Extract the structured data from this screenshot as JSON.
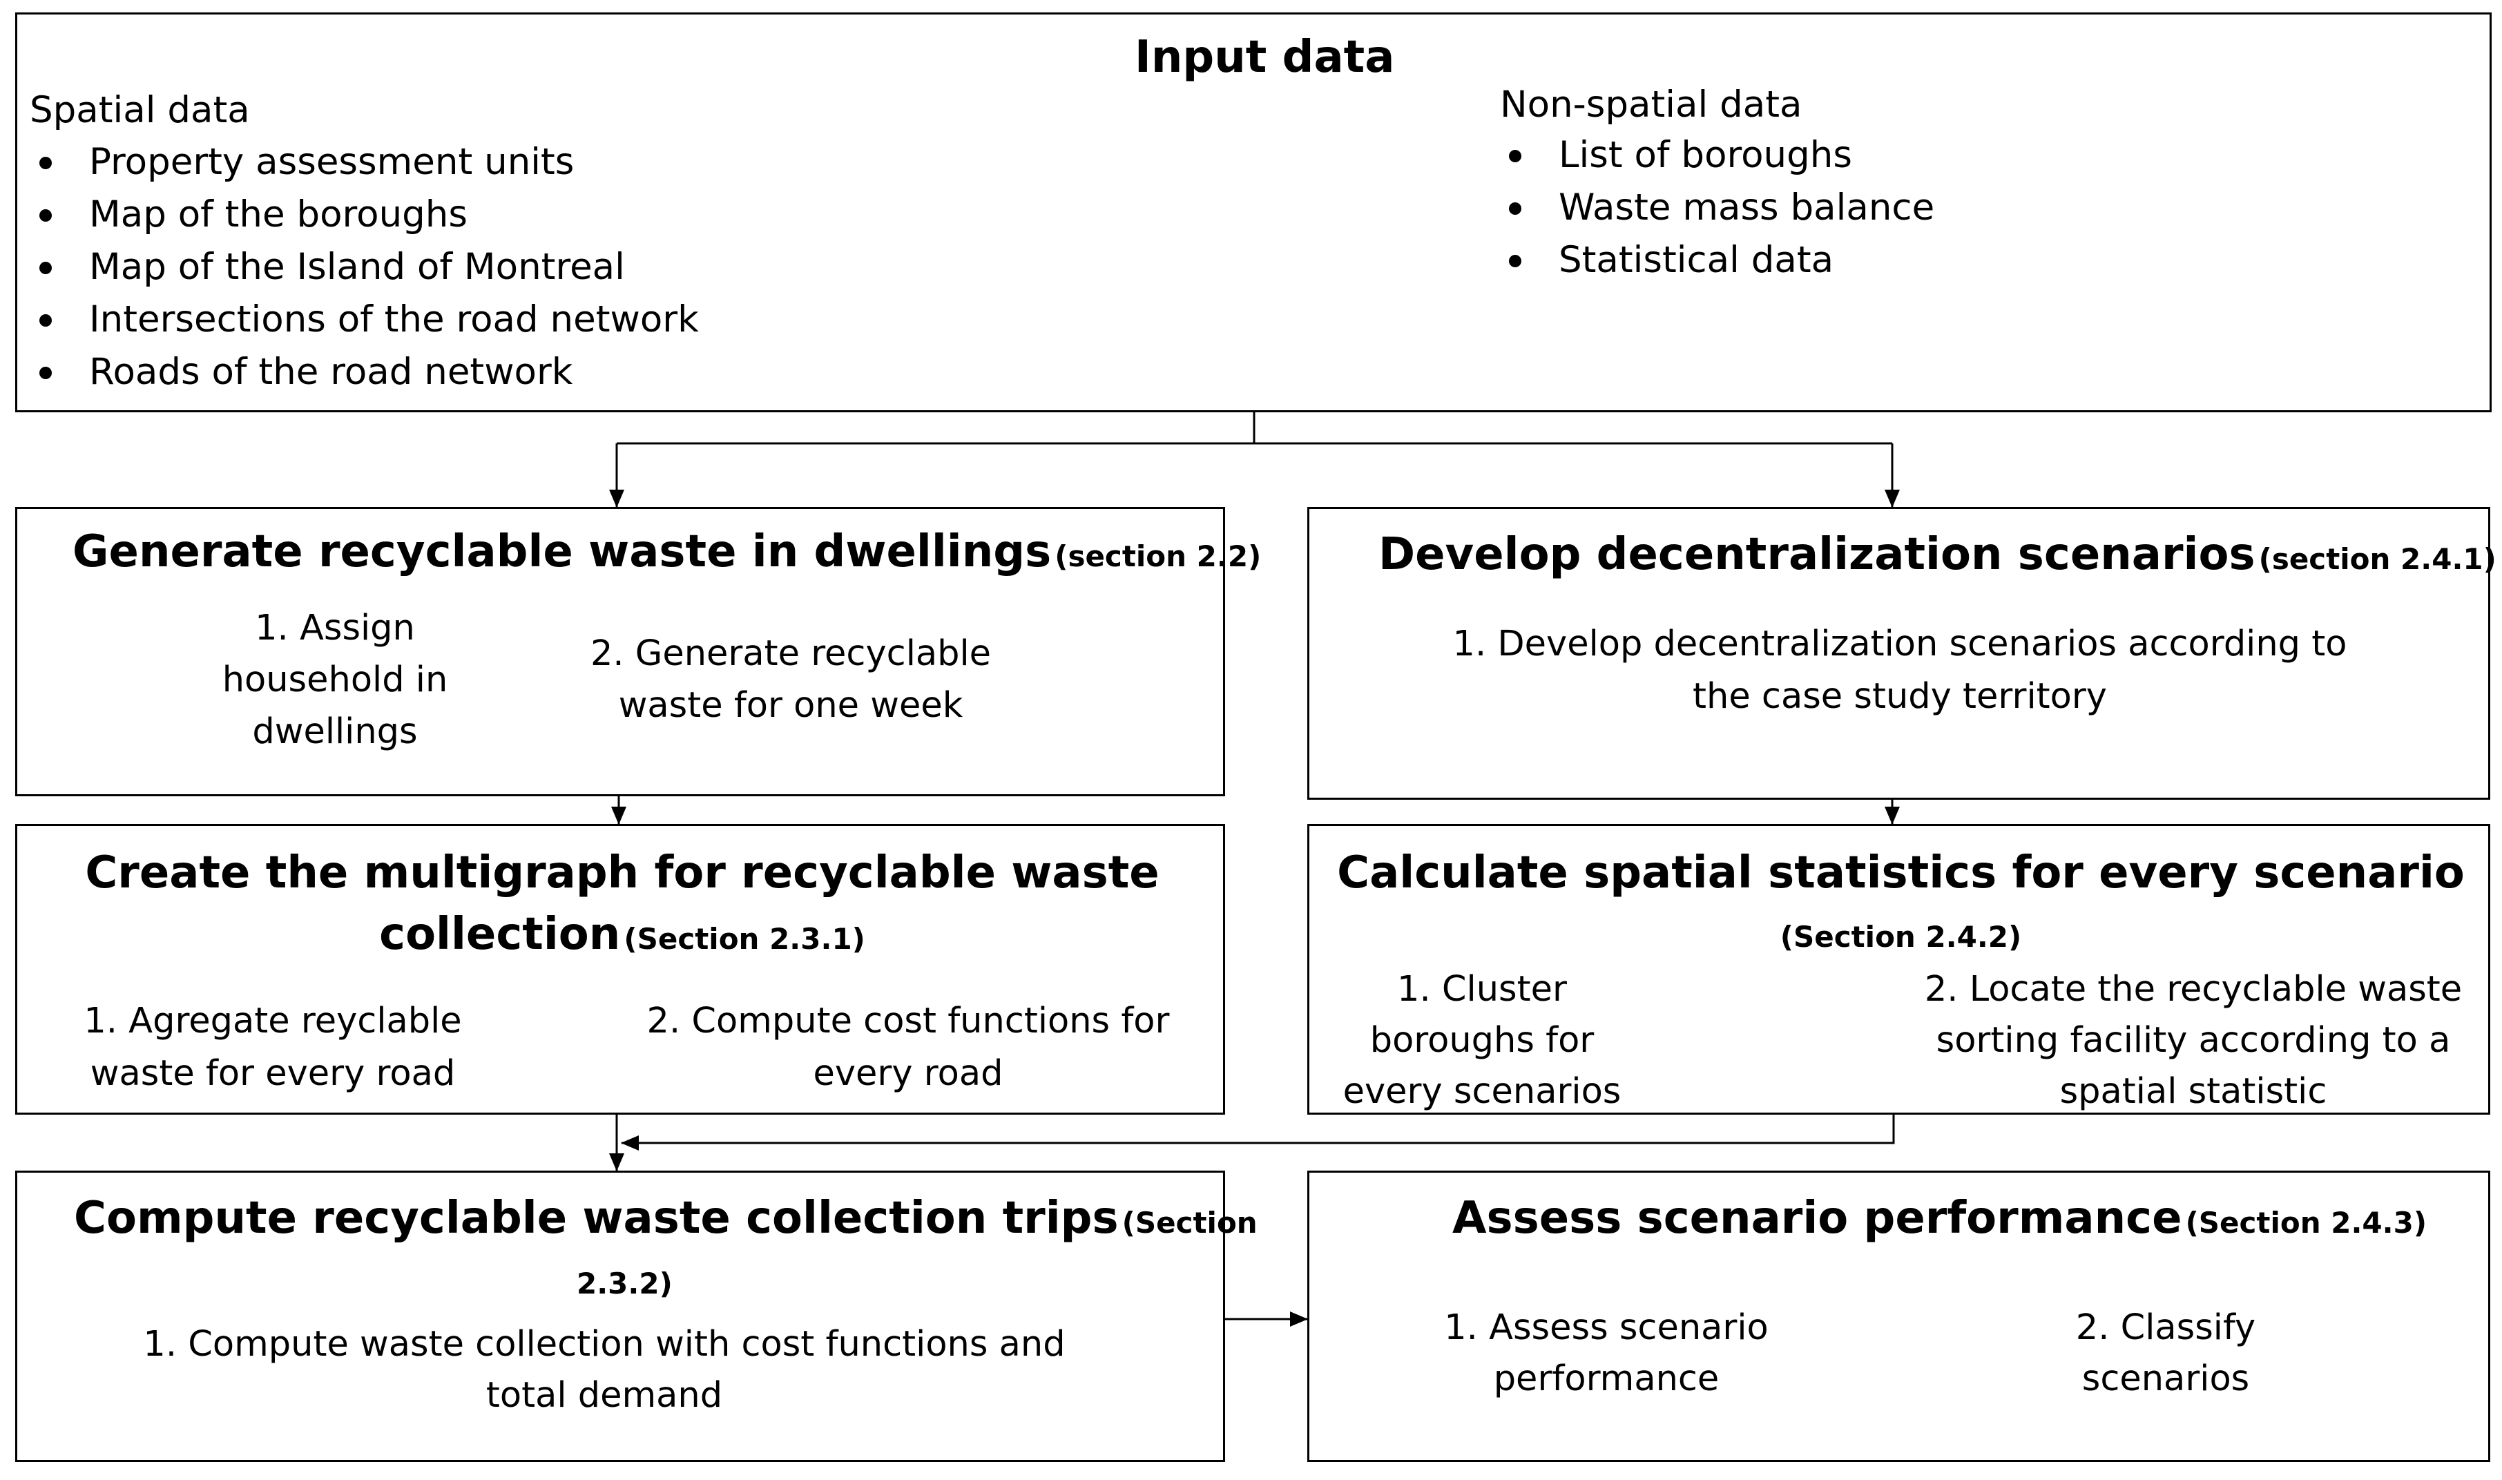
{
  "input": {
    "title": "Input data",
    "spatial": {
      "heading": "Spatial data",
      "items": [
        "Property assessment units",
        "Map of the boroughs",
        "Map of the Island of Montreal",
        "Intersections of the road network",
        "Roads of the road network"
      ]
    },
    "nonspatial": {
      "heading": "Non-spatial data",
      "items": [
        "List of boroughs",
        "Waste mass balance",
        "Statistical data"
      ]
    }
  },
  "generate": {
    "title": "Generate recyclable waste in dwellings",
    "section": "(section 2.2)",
    "step1": [
      "1. Assign",
      "household in",
      "dwellings"
    ],
    "step2": [
      "2. Generate recyclable",
      "waste for one week"
    ]
  },
  "develop": {
    "title": "Develop decentralization scenarios",
    "section": "(section 2.4.1)",
    "step1": [
      "1. Develop decentralization scenarios according to",
      "the case study territory"
    ]
  },
  "multigraph": {
    "title_line1": "Create the multigraph for recyclable waste",
    "title_line2": "collection",
    "section": "(Section 2.3.1)",
    "step1": [
      "1. Agregate reyclable",
      "waste for every road"
    ],
    "step2": [
      "2. Compute cost functions for",
      "every road"
    ]
  },
  "spatial_stats": {
    "title": "Calculate spatial statistics for every scenario",
    "section": "(Section 2.4.2)",
    "step1": [
      "1. Cluster",
      "boroughs for",
      "every scenarios"
    ],
    "step2": [
      "2. Locate the recyclable waste",
      "sorting facility according to a",
      "spatial statistic"
    ]
  },
  "trips": {
    "title": "Compute recyclable waste collection trips",
    "section_a": "(Section",
    "section_b": "2.3.2)",
    "step1": [
      "1. Compute waste collection with cost functions and",
      "total demand"
    ]
  },
  "assess": {
    "title": "Assess scenario performance",
    "section": "(Section 2.4.3)",
    "step1": [
      "1. Assess scenario",
      "performance"
    ],
    "step2": [
      "2. Classify",
      "scenarios"
    ]
  }
}
